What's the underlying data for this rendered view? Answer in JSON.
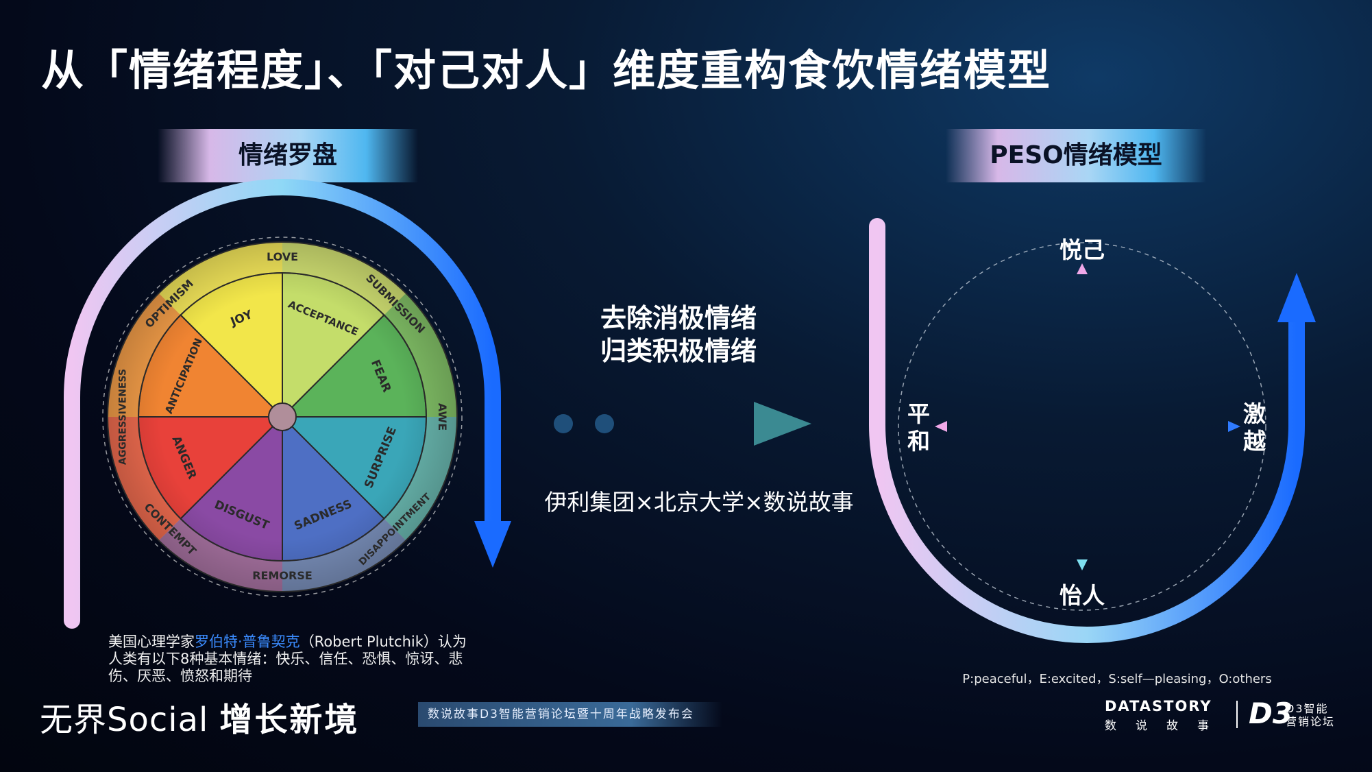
{
  "title": "从「情绪程度」、「对己对人」维度重构食饮情绪模型",
  "left_panel": {
    "label": "情绪罗盘",
    "wheel": {
      "segments": [
        {
          "emotion": "JOY",
          "color": "#f2e64a"
        },
        {
          "emotion": "ACCEPTANCE",
          "color": "#c4dd6a"
        },
        {
          "emotion": "FEAR",
          "color": "#5bb35a"
        },
        {
          "emotion": "SURPRISE",
          "color": "#3aa6b8"
        },
        {
          "emotion": "SADNESS",
          "color": "#4e6fc4"
        },
        {
          "emotion": "DISGUST",
          "color": "#8a4aa4"
        },
        {
          "emotion": "ANGER",
          "color": "#e8413a"
        },
        {
          "emotion": "ANTICIPATION",
          "color": "#f08432"
        }
      ],
      "outer_labels": [
        "LOVE",
        "SUBMISSION",
        "AWE",
        "DISAPPOINTMENT",
        "REMORSE",
        "CONTEMPT",
        "AGGRESSIVENESS",
        "OPTIMISM"
      ]
    },
    "note_prefix": "美国心理学家",
    "note_highlight": "罗伯特·普鲁契克",
    "note_suffix": "（Robert Plutchik）认为人类有以下8种基本情绪：快乐、信任、恐惧、惊讶、悲伤、厌恶、愤怒和期待"
  },
  "middle": {
    "line1": "去除消极情绪",
    "line2": "归类积极情绪",
    "collab": "伊利集团×北京大学×数说故事"
  },
  "right_panel": {
    "label": "PESO情绪模型",
    "axis_top": "悦己",
    "axis_bottom": "怡人",
    "axis_left": "平和",
    "axis_right": "激越",
    "note": "P:peaceful，E:excited，S:self—pleasing，O:others"
  },
  "footer": {
    "slogan_light": "无界Social",
    "slogan_bold": "增长新境",
    "tag": "数说故事D3智能营销论坛暨十周年战略发布会",
    "logo_datastory": "DATASTORY",
    "logo_datastory_cn": "数说故事",
    "logo_d3": "D3",
    "logo_d3_text_1": "D3智能",
    "logo_d3_text_2": "营销论坛"
  },
  "colors": {
    "accent_blue": "#1e6bff",
    "accent_pink": "#e6b8f0",
    "highlight_text": "#3b8cff"
  }
}
